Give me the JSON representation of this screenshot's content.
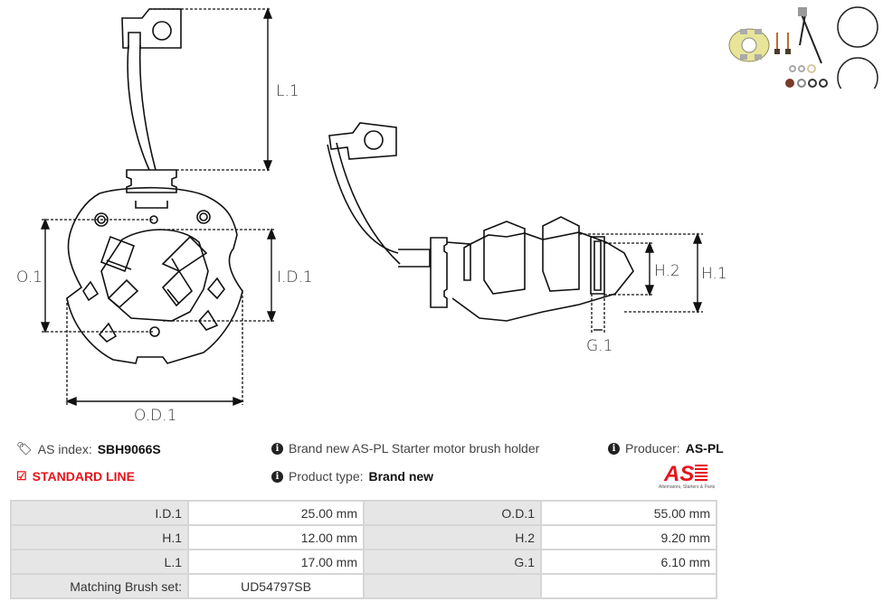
{
  "drawing": {
    "labels": {
      "l1": "L.1",
      "o1": "O.1",
      "id1": "I.D.1",
      "od1": "O.D.1",
      "h1": "H.1",
      "h2": "H.2",
      "g1": "G.1"
    }
  },
  "product_thumbnail": {
    "alt": "Brush holder repair kit photo"
  },
  "info": {
    "as_index_label": "AS index:",
    "as_index_value": "SBH9066S",
    "line_label": "STANDARD LINE",
    "description": "Brand new AS-PL Starter motor brush holder",
    "product_type_label": "Product type:",
    "product_type_value": "Brand new",
    "producer_label": "Producer:",
    "producer_value": "AS-PL",
    "logo_text": "AS",
    "logo_tagline": "Alternators, Starters & Parts"
  },
  "colors": {
    "accent_red": "#e8141b",
    "key_cell_bg": "#e6e6e6",
    "border": "#d6d6d6"
  },
  "specs": {
    "rows": [
      {
        "k1": "I.D.1",
        "v1": "25.00 mm",
        "k2": "O.D.1",
        "v2": "55.00 mm"
      },
      {
        "k1": "H.1",
        "v1": "12.00 mm",
        "k2": "H.2",
        "v2": "9.20 mm"
      },
      {
        "k1": "L.1",
        "v1": "17.00 mm",
        "k2": "G.1",
        "v2": "6.10 mm"
      },
      {
        "k1": "Matching Brush set:",
        "v1": "UD54797SB",
        "k2": "",
        "v2": ""
      }
    ]
  }
}
